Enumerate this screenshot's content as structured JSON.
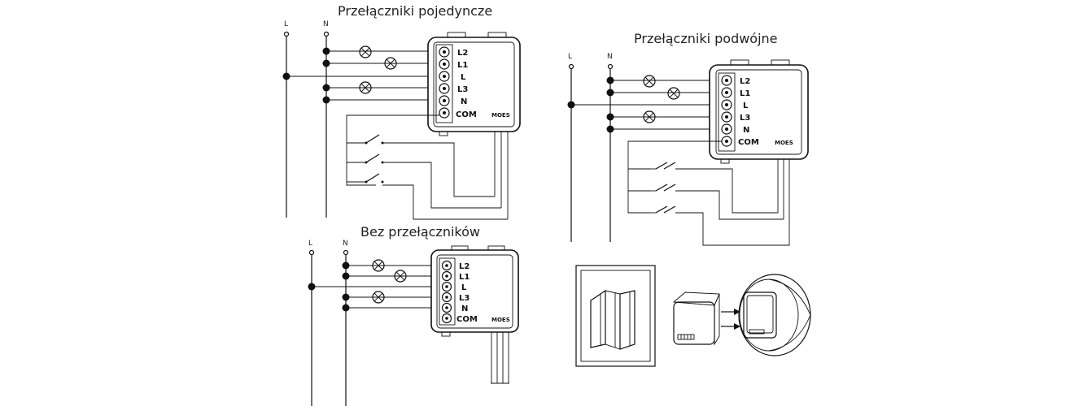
{
  "diagrams": {
    "single": {
      "title": "Przełączniki pojedyncze",
      "rail_l": "L",
      "rail_n": "N",
      "terminals": [
        "L2",
        "L1",
        "L",
        "L3",
        "N",
        "COM"
      ],
      "brand": "MOES"
    },
    "double": {
      "title": "Przełączniki podwójne",
      "rail_l": "L",
      "rail_n": "N",
      "terminals": [
        "L2",
        "L1",
        "L",
        "L3",
        "N",
        "COM"
      ],
      "brand": "MOES"
    },
    "none": {
      "title": "Bez przełączników",
      "rail_l": "L",
      "rail_n": "N",
      "terminals": [
        "L2",
        "L1",
        "L",
        "L3",
        "N",
        "COM"
      ],
      "brand": "MOES"
    }
  },
  "icons": {
    "lamp": "lamp-icon",
    "switch": "switch-icon",
    "module": "relay-module-icon",
    "wall_switch": "wall-switch-icon",
    "wall_box": "wall-box-icon"
  }
}
